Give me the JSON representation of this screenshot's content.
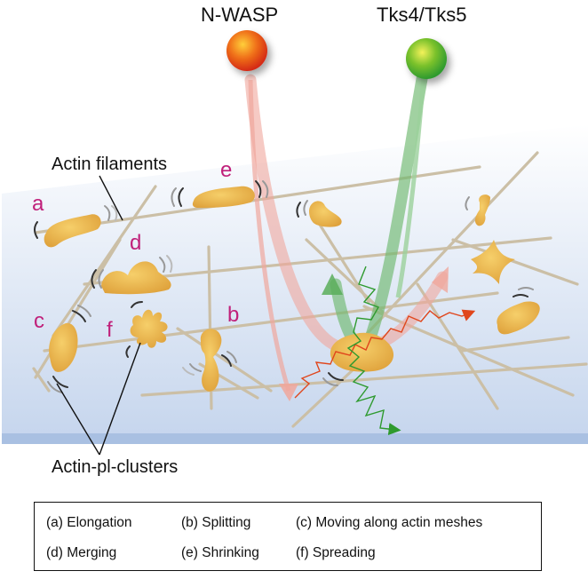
{
  "signals": {
    "nwasp": {
      "label": "N-WASP",
      "color": "#e53a1a"
    },
    "tks": {
      "label": "Tks4/Tks5",
      "color": "#3aa53a"
    }
  },
  "labels": {
    "actin_filaments": "Actin filaments",
    "actin_pl_clusters": "Actin-pl-clusters"
  },
  "cluster_letters": [
    "a",
    "b",
    "c",
    "d",
    "e",
    "f"
  ],
  "legend": [
    "(a) Elongation",
    "(b) Splitting",
    "(c) Moving along actin meshes",
    "(d) Merging",
    "(e) Shrinking",
    "(f) Spreading"
  ],
  "colors": {
    "membrane_top": "#ffffff",
    "membrane_bottom": "#c9d8ee",
    "membrane_edge": "#9db8df",
    "filament": "#cbbfa6",
    "cluster": "#e8a93a",
    "letter": "#c0207a"
  }
}
